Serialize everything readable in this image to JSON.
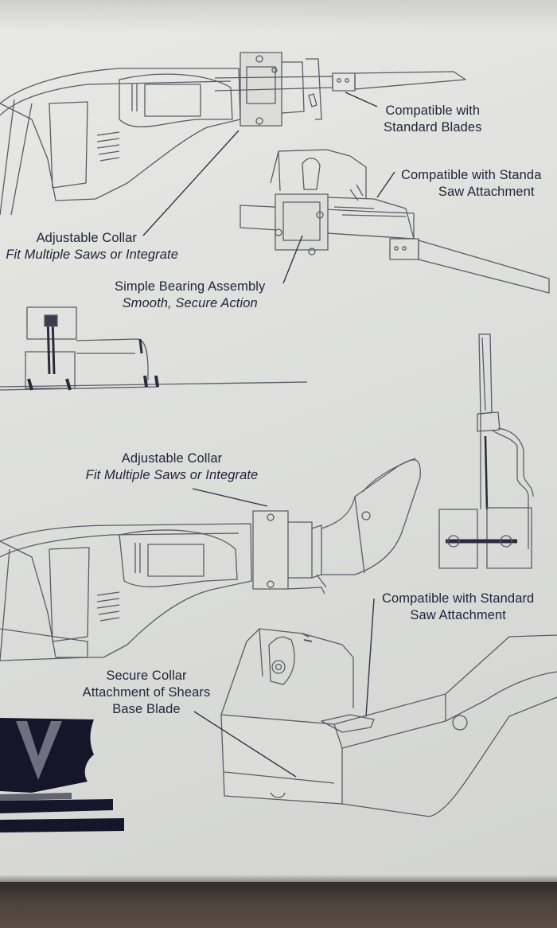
{
  "callouts": {
    "standard_blades": [
      "Compatible with",
      "Standard Blades"
    ],
    "saw_attachment_top": [
      "Compatible with Standa",
      "Saw Attachment"
    ],
    "adjustable_collar_top": [
      "Adjustable Collar",
      "Fit Multiple Saws or Integrate"
    ],
    "bearing_assembly": [
      "Simple Bearing Assembly",
      "Smooth, Secure Action"
    ],
    "adjustable_collar_mid": [
      "Adjustable Collar",
      "Fit Multiple Saws or Integrate"
    ],
    "saw_attachment_bottom": [
      "Compatible with Standard",
      "Saw Attachment"
    ],
    "secure_collar": [
      "Secure Collar",
      "Attachment of Shears",
      "Base Blade"
    ]
  },
  "colors": {
    "ink": "#23243a",
    "line": "#5a5b66",
    "paper": "#e3e4e1",
    "logo": "#16162a"
  }
}
